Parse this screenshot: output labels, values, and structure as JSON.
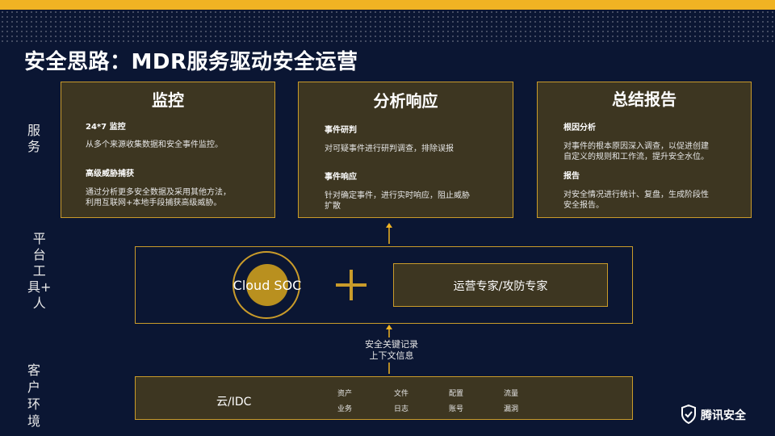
{
  "title": "安全思路：MDR服务驱动安全运营",
  "side_labels": {
    "service": "服\n务",
    "platform": "平\n台\n工\n具+\n人",
    "env": "客\n户\n环\n境"
  },
  "boxes": [
    {
      "title": "监控",
      "items": [
        {
          "label": "24*7 监控",
          "text": "从多个来源收集数据和安全事件监控。"
        },
        {
          "label": "高级威胁捕获",
          "text": "通过分析更多安全数据及采用其他方法，\n利用互联网+本地手段捕获高级威胁。"
        }
      ]
    },
    {
      "title": "分析响应",
      "items": [
        {
          "label": "事件研判",
          "text": "对可疑事件进行研判调查，排除误报"
        },
        {
          "label": "事件响应",
          "text": "针对确定事件，进行实时响应，阻止威胁\n扩散"
        }
      ]
    },
    {
      "title": "总结报告",
      "items": [
        {
          "label": "根因分析",
          "text": "对事件的根本原因深入调查，以促进创建\n自定义的规则和工作流，提升安全水位。"
        },
        {
          "label": "报告",
          "text": "对安全情况进行统计、复盘，生成阶段性\n安全报告。"
        }
      ]
    }
  ],
  "platform": {
    "soc_label": "Cloud SOC",
    "expert_label": "运营专家/攻防专家"
  },
  "middle_text": "安全关键记录\n上下文信息",
  "env": {
    "label": "云/IDC",
    "items": [
      "资产",
      "文件",
      "配置",
      "流量",
      "业务",
      "日志",
      "账号",
      "漏洞"
    ]
  },
  "logo": {
    "text": "腾讯安全",
    "icon": "shield-check-icon"
  },
  "colors": {
    "background": "#0b1633",
    "accent": "#f0b323",
    "box_fill": "#3d3621",
    "box_border": "#c99b2a"
  }
}
